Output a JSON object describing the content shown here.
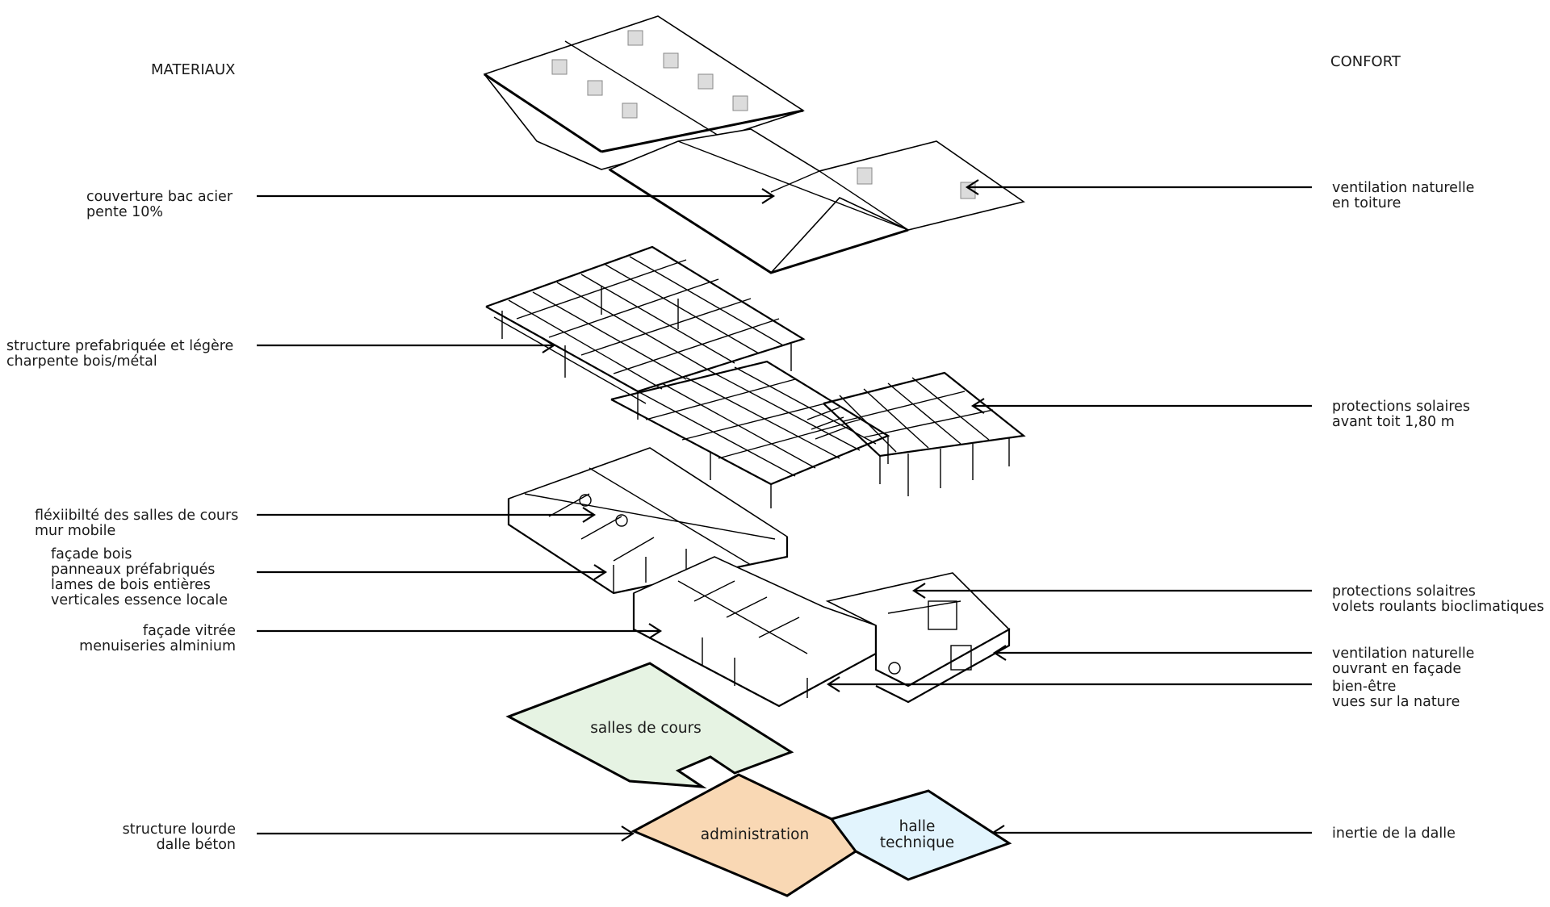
{
  "headers": {
    "left": "MATERIAUX",
    "right": "CONFORT"
  },
  "left_labels": [
    {
      "lines": [
        "couverture bac acier",
        "pente 10%"
      ]
    },
    {
      "lines": [
        "structure prefabriquée et légère",
        "charpente bois/métal"
      ]
    },
    {
      "lines": [
        "fléxiibilté des salles de cours",
        "mur mobile"
      ]
    },
    {
      "lines": [
        "façade bois",
        "panneaux préfabriqués",
        "lames de bois entières",
        "verticales essence locale"
      ]
    },
    {
      "lines": [
        "façade vitrée",
        "menuiseries alminium"
      ]
    },
    {
      "lines": [
        "structure lourde",
        "dalle béton"
      ]
    }
  ],
  "right_labels": [
    {
      "lines": [
        "ventilation naturelle",
        "en toiture"
      ]
    },
    {
      "lines": [
        "protections solaires",
        "avant toit 1,80 m"
      ]
    },
    {
      "lines": [
        "protections solaitres",
        "volets roulants bioclimatiques"
      ]
    },
    {
      "lines": [
        "ventilation naturelle",
        "ouvrant en façade"
      ]
    },
    {
      "lines": [
        "bien-être",
        "vues sur la nature"
      ]
    },
    {
      "lines": [
        "inertie de la dalle"
      ]
    }
  ],
  "zones": {
    "classrooms": {
      "lines": [
        "salles de cours"
      ],
      "color": "#e6f3e3"
    },
    "administration": {
      "lines": [
        "administration"
      ],
      "color": "#f9d8b4"
    },
    "technical_hall": {
      "lines": [
        "halle",
        "technique"
      ],
      "color": "#e2f4fd"
    }
  },
  "colors": {
    "ink": "#000000",
    "background": "#ffffff"
  }
}
